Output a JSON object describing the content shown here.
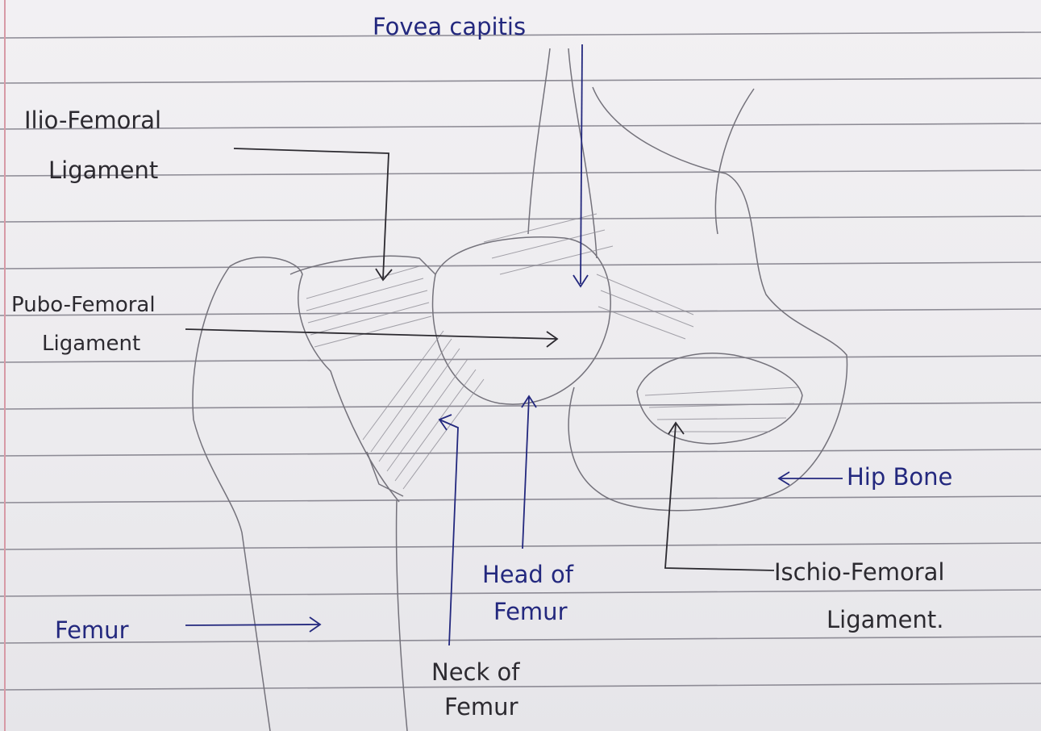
{
  "labels": {
    "fovea_capitis": "Fovea capitis",
    "iliofemoral_line1": "Ilio-Femoral",
    "iliofemoral_line2": "Ligament",
    "pubofemoral_line1": "Pubo-Femoral",
    "pubofemoral_line2": "Ligament",
    "hip_bone": "Hip Bone",
    "head_line1": "Head of",
    "head_line2": "Femur",
    "ischiofemoral_line1": "Ischio-Femoral",
    "ischiofemoral_line2": "Ligament.",
    "femur": "Femur",
    "neck_line1": "Neck of",
    "neck_line2": "Femur"
  },
  "colors": {
    "paper": "#efedf0",
    "rule_line": "#8d8b95",
    "margin_line": "#d79aa6",
    "pencil": "#74727b",
    "pencil_shade": "#8f8d96",
    "ink_black": "#2c2a30",
    "ink_blue": "#23287e"
  }
}
